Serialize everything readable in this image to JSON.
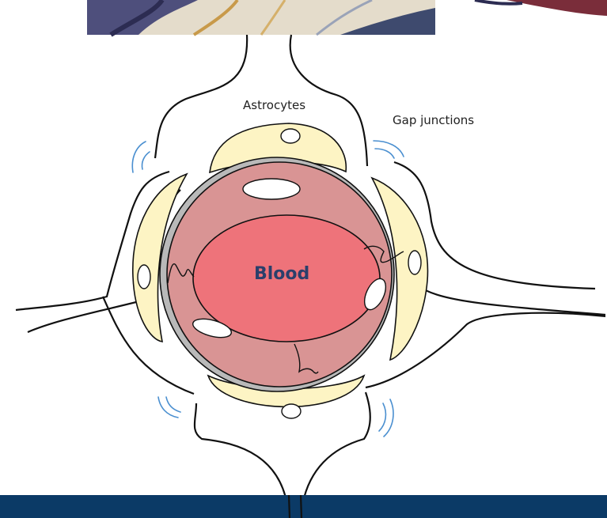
{
  "labels": {
    "astrocytes": "Astrocytes",
    "gap_junctions": "Gap junctions",
    "blood": "Blood"
  },
  "colors": {
    "footer_band": "#0b3a66",
    "astrocyte_endfoot": "#fdf4c4",
    "basement_membrane": "#b9b9b9",
    "endothelium": "#d99494",
    "lumen": "#ee737a",
    "blood_label": "#2b3f6b",
    "gap_junction": "#4a8fd0",
    "outline": "#111111"
  }
}
